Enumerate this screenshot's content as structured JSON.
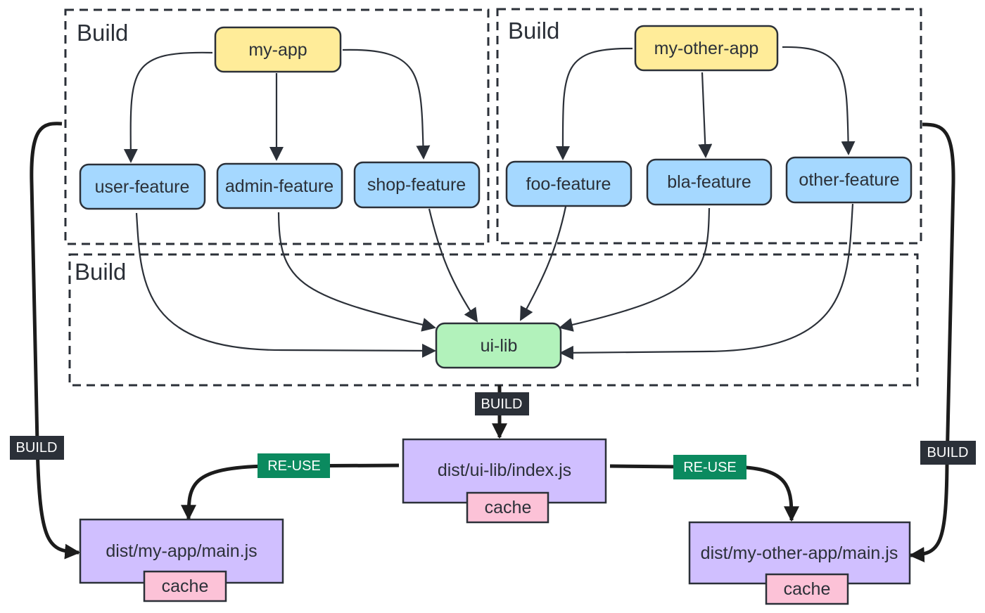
{
  "colors": {
    "app": "#ffec99",
    "feature": "#a5d8ff",
    "lib": "#b2f2bb",
    "dist": "#d0bfff",
    "cache": "#fcc2d7",
    "build_label": "#2b3038",
    "reuse_label": "#0b8a5f",
    "stroke": "#2b3038"
  },
  "groups": [
    {
      "id": "build-my-app",
      "label": "Build"
    },
    {
      "id": "build-my-other-app",
      "label": "Build"
    },
    {
      "id": "build-ui-lib",
      "label": "Build"
    }
  ],
  "nodes": {
    "my_app": "my-app",
    "my_other_app": "my-other-app",
    "user_feature": "user-feature",
    "admin_feature": "admin-feature",
    "shop_feature": "shop-feature",
    "foo_feature": "foo-feature",
    "bla_feature": "bla-feature",
    "other_feature": "other-feature",
    "ui_lib": "ui-lib",
    "dist_ui_lib": "dist/ui-lib/index.js",
    "dist_my_app": "dist/my-app/main.js",
    "dist_my_other_app": "dist/my-other-app/main.js",
    "cache": "cache"
  },
  "edge_labels": {
    "build": "BUILD",
    "reuse": "RE-USE"
  },
  "edges": [
    {
      "from": "my-app",
      "to": "user-feature"
    },
    {
      "from": "my-app",
      "to": "admin-feature"
    },
    {
      "from": "my-app",
      "to": "shop-feature"
    },
    {
      "from": "my-other-app",
      "to": "foo-feature"
    },
    {
      "from": "my-other-app",
      "to": "bla-feature"
    },
    {
      "from": "my-other-app",
      "to": "other-feature"
    },
    {
      "from": "user-feature",
      "to": "ui-lib"
    },
    {
      "from": "admin-feature",
      "to": "ui-lib"
    },
    {
      "from": "shop-feature",
      "to": "ui-lib"
    },
    {
      "from": "foo-feature",
      "to": "ui-lib"
    },
    {
      "from": "bla-feature",
      "to": "ui-lib"
    },
    {
      "from": "other-feature",
      "to": "ui-lib"
    },
    {
      "from": "Build (ui-lib)",
      "to": "dist/ui-lib/index.js",
      "label": "BUILD"
    },
    {
      "from": "dist/ui-lib/index.js",
      "to": "dist/my-app/main.js",
      "label": "RE-USE"
    },
    {
      "from": "dist/ui-lib/index.js",
      "to": "dist/my-other-app/main.js",
      "label": "RE-USE"
    },
    {
      "from": "Build (my-app)",
      "to": "dist/my-app/main.js",
      "label": "BUILD"
    },
    {
      "from": "Build (my-other-app)",
      "to": "dist/my-other-app/main.js",
      "label": "BUILD"
    }
  ]
}
